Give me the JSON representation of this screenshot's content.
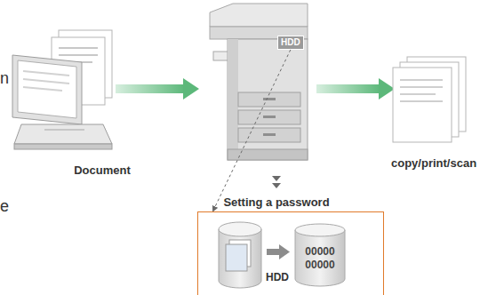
{
  "diagram": {
    "nodes": [
      {
        "text": [
          "HDD"
        ]
      },
      {
        "text": [
          "HDD"
        ]
      },
      {
        "text": [
          "00000 00000"
        ],
        "in": 1
      }
    ],
    "edges": [
      {
        "from": 0,
        "to": 1,
        "arrow": "to"
      }
    ],
    "labels": [
      "n",
      "Document",
      "copy/print/scan",
      "Setting a password",
      "e"
    ]
  }
}
